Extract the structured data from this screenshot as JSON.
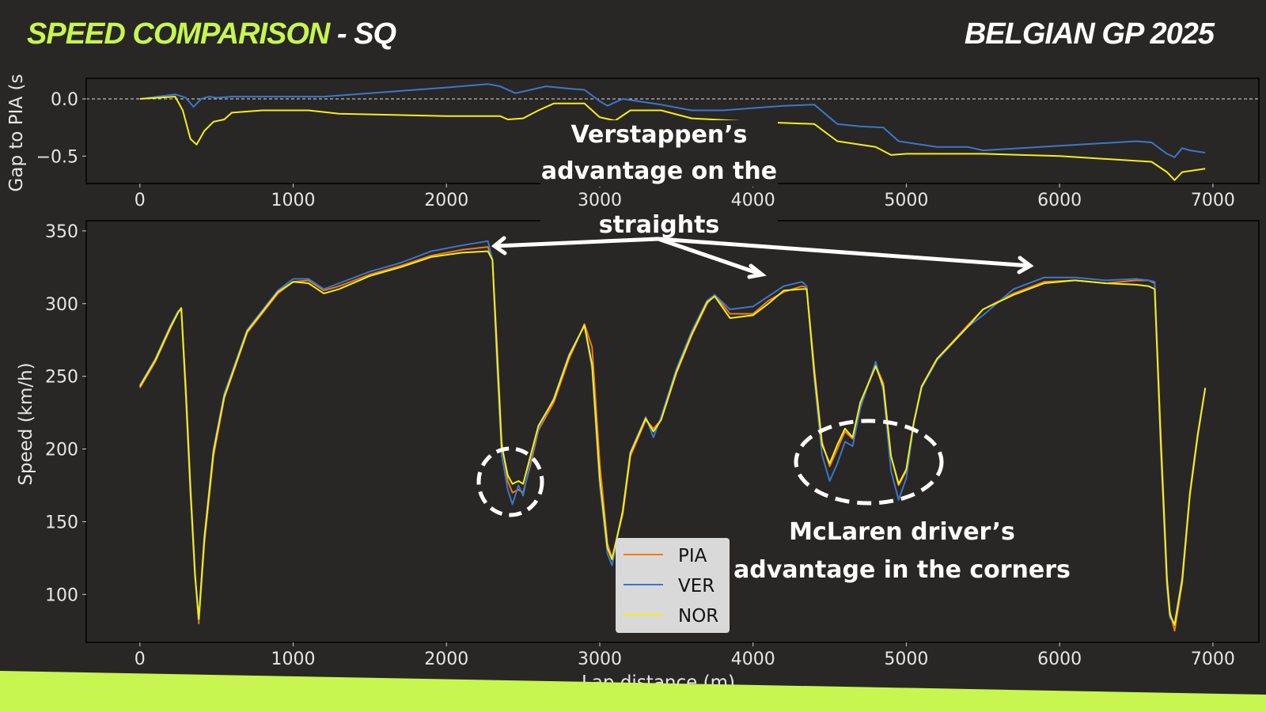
{
  "header": {
    "title_main": "SPEED COMPARISON",
    "title_suffix": " - SQ",
    "event": "BELGIAN GP 2025"
  },
  "colors": {
    "accent": "#c6f64f",
    "PIA": "#f07a1a",
    "VER": "#3a78c8",
    "NOR": "#f2ee1a",
    "background": "#292626"
  },
  "annotations": {
    "straights": [
      "Verstappen’s",
      "advantage on the",
      "straights"
    ],
    "corners": [
      "McLaren driver’s",
      "advantage in the corners"
    ]
  },
  "chart_data": [
    {
      "type": "line",
      "title": "",
      "xlabel": "",
      "ylabel": "Gap to PIA (s",
      "xlim": [
        -350,
        7300
      ],
      "ylim": [
        -0.74,
        0.18
      ],
      "xticks": [
        0,
        1000,
        2000,
        3000,
        4000,
        5000,
        6000,
        7000
      ],
      "yticks": [
        0.0,
        -0.5
      ],
      "ytick_labels": [
        "0.0",
        "−0.5"
      ],
      "reference_line": 0,
      "series": [
        {
          "name": "VER",
          "points": [
            [
              0,
              0
            ],
            [
              230,
              0.04
            ],
            [
              300,
              0.01
            ],
            [
              350,
              -0.07
            ],
            [
              400,
              0
            ],
            [
              450,
              0.02
            ],
            [
              500,
              0.01
            ],
            [
              600,
              0.02
            ],
            [
              1200,
              0.02
            ],
            [
              2000,
              0.1
            ],
            [
              2270,
              0.13
            ],
            [
              2350,
              0.11
            ],
            [
              2450,
              0.05
            ],
            [
              2650,
              0.11
            ],
            [
              2800,
              0.09
            ],
            [
              2900,
              0.08
            ],
            [
              3000,
              -0.02
            ],
            [
              3050,
              -0.06
            ],
            [
              3150,
              0
            ],
            [
              3400,
              -0.05
            ],
            [
              3600,
              -0.1
            ],
            [
              3800,
              -0.1
            ],
            [
              4200,
              -0.06
            ],
            [
              4400,
              -0.05
            ],
            [
              4550,
              -0.22
            ],
            [
              4700,
              -0.24
            ],
            [
              4850,
              -0.25
            ],
            [
              4950,
              -0.37
            ],
            [
              5200,
              -0.42
            ],
            [
              5400,
              -0.42
            ],
            [
              5500,
              -0.45
            ],
            [
              6000,
              -0.41
            ],
            [
              6500,
              -0.37
            ],
            [
              6600,
              -0.38
            ],
            [
              6700,
              -0.48
            ],
            [
              6750,
              -0.51
            ],
            [
              6800,
              -0.43
            ],
            [
              6850,
              -0.45
            ],
            [
              6950,
              -0.47
            ]
          ]
        },
        {
          "name": "NOR",
          "points": [
            [
              0,
              0
            ],
            [
              230,
              0.02
            ],
            [
              280,
              -0.1
            ],
            [
              330,
              -0.35
            ],
            [
              370,
              -0.4
            ],
            [
              420,
              -0.28
            ],
            [
              480,
              -0.2
            ],
            [
              550,
              -0.18
            ],
            [
              600,
              -0.12
            ],
            [
              800,
              -0.1
            ],
            [
              1100,
              -0.1
            ],
            [
              1300,
              -0.13
            ],
            [
              2000,
              -0.15
            ],
            [
              2350,
              -0.15
            ],
            [
              2400,
              -0.18
            ],
            [
              2500,
              -0.17
            ],
            [
              2600,
              -0.1
            ],
            [
              2700,
              -0.04
            ],
            [
              2900,
              -0.04
            ],
            [
              3000,
              -0.16
            ],
            [
              3100,
              -0.19
            ],
            [
              3200,
              -0.1
            ],
            [
              3400,
              -0.1
            ],
            [
              3600,
              -0.17
            ],
            [
              4000,
              -0.2
            ],
            [
              4400,
              -0.22
            ],
            [
              4550,
              -0.37
            ],
            [
              4800,
              -0.42
            ],
            [
              4900,
              -0.49
            ],
            [
              5000,
              -0.48
            ],
            [
              5500,
              -0.48
            ],
            [
              6000,
              -0.5
            ],
            [
              6600,
              -0.55
            ],
            [
              6700,
              -0.64
            ],
            [
              6750,
              -0.71
            ],
            [
              6800,
              -0.64
            ],
            [
              6950,
              -0.61
            ]
          ]
        }
      ]
    },
    {
      "type": "line",
      "title": "",
      "xlabel": "Lap distance (m)",
      "ylabel": "Speed (km/h)",
      "xlim": [
        -350,
        7300
      ],
      "ylim": [
        67,
        357
      ],
      "xticks": [
        0,
        1000,
        2000,
        3000,
        4000,
        5000,
        6000,
        7000
      ],
      "yticks": [
        100,
        150,
        200,
        250,
        300,
        350
      ],
      "legend": "bottom-center",
      "x": [
        0,
        100,
        200,
        250,
        270,
        300,
        330,
        360,
        384,
        420,
        480,
        550,
        700,
        900,
        1000,
        1100,
        1200,
        1300,
        1500,
        1700,
        1900,
        2100,
        2270,
        2300,
        2330,
        2360,
        2400,
        2430,
        2470,
        2500,
        2550,
        2600,
        2700,
        2800,
        2900,
        2950,
        3000,
        3050,
        3080,
        3150,
        3200,
        3300,
        3350,
        3400,
        3500,
        3600,
        3700,
        3750,
        3850,
        4000,
        4100,
        4200,
        4320,
        4350,
        4400,
        4450,
        4500,
        4550,
        4600,
        4650,
        4700,
        4800,
        4850,
        4900,
        4950,
        5000,
        5050,
        5100,
        5200,
        5400,
        5500,
        5700,
        5900,
        6100,
        6300,
        6500,
        6580,
        6620,
        6660,
        6700,
        6720,
        6750,
        6800,
        6850,
        6900,
        6950
      ],
      "series": [
        {
          "name": "PIA",
          "values": [
            242,
            260,
            283,
            294,
            297,
            242,
            175,
            115,
            80,
            135,
            195,
            235,
            280,
            307,
            315,
            316,
            309,
            312,
            320,
            326,
            333,
            337,
            339,
            330,
            270,
            205,
            178,
            170,
            172,
            170,
            190,
            213,
            232,
            262,
            286,
            270,
            190,
            135,
            125,
            155,
            195,
            220,
            214,
            220,
            252,
            278,
            300,
            306,
            293,
            293,
            302,
            308,
            312,
            311,
            255,
            205,
            188,
            200,
            212,
            207,
            230,
            258,
            245,
            195,
            175,
            185,
            218,
            243,
            262,
            285,
            296,
            307,
            315,
            316,
            314,
            316,
            316,
            314,
            210,
            112,
            88,
            75,
            108,
            168,
            208,
            242
          ]
        },
        {
          "name": "VER",
          "values": [
            244,
            262,
            285,
            295,
            296,
            236,
            168,
            112,
            82,
            140,
            200,
            238,
            282,
            309,
            317,
            317,
            310,
            314,
            322,
            328,
            336,
            340,
            343,
            330,
            258,
            196,
            172,
            162,
            175,
            168,
            193,
            214,
            235,
            265,
            285,
            255,
            175,
            128,
            120,
            158,
            198,
            222,
            208,
            222,
            255,
            281,
            302,
            306,
            296,
            298,
            305,
            312,
            315,
            312,
            248,
            196,
            178,
            190,
            205,
            202,
            228,
            260,
            240,
            185,
            165,
            180,
            218,
            242,
            261,
            284,
            292,
            310,
            318,
            318,
            316,
            317,
            316,
            315,
            200,
            105,
            84,
            80,
            112,
            170,
            210,
            242
          ]
        },
        {
          "name": "NOR",
          "values": [
            243,
            261,
            284,
            294,
            297,
            238,
            172,
            113,
            83,
            138,
            198,
            236,
            281,
            308,
            315,
            314,
            307,
            310,
            319,
            325,
            332,
            335,
            336,
            330,
            265,
            202,
            182,
            176,
            178,
            176,
            196,
            216,
            234,
            264,
            285,
            258,
            180,
            132,
            124,
            157,
            197,
            221,
            212,
            220,
            253,
            279,
            301,
            305,
            290,
            292,
            300,
            309,
            310,
            310,
            252,
            203,
            190,
            203,
            214,
            208,
            232,
            257,
            243,
            195,
            176,
            186,
            219,
            243,
            262,
            284,
            296,
            306,
            314,
            316,
            314,
            313,
            312,
            310,
            205,
            110,
            86,
            79,
            110,
            169,
            209,
            242
          ]
        }
      ]
    }
  ]
}
